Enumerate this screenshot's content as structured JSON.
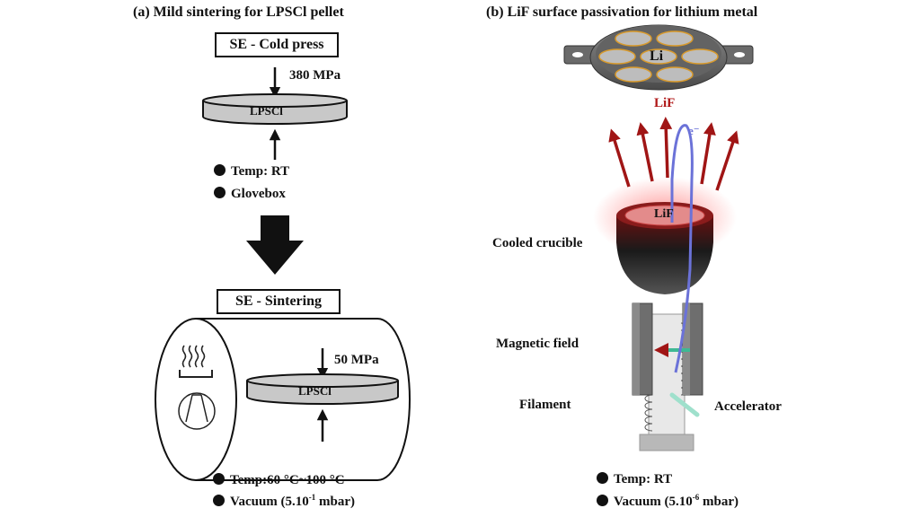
{
  "panel_a": {
    "title": "(a) Mild sintering for LPSCl pellet",
    "step1": {
      "label": "SE - Cold press",
      "pressure": "380 MPa",
      "pellet": "LPSCl",
      "conditions": [
        "Temp: RT",
        "Glovebox"
      ]
    },
    "step2": {
      "label": "SE - Sintering",
      "pressure": "50 MPa",
      "pellet": "LPSCl",
      "conditions": [
        "Temp:60 °C~100 °C"
      ],
      "vacuum_prefix": "Vacuum (5.10",
      "vacuum_exp": "-1",
      "vacuum_suffix": " mbar)"
    }
  },
  "panel_b": {
    "title": "(b) LiF surface passivation for lithium metal",
    "substrate_label": "Li",
    "vapor_label": "LiF",
    "electron_label": "e⁻",
    "crucible_content": "LiF",
    "labels": {
      "crucible": "Cooled crucible",
      "magnetic": "Magnetic field",
      "filament": "Filament",
      "accelerator": "Accelerator"
    },
    "conditions": [
      "Temp: RT"
    ],
    "vacuum_prefix": "Vacuum (5.10",
    "vacuum_exp": "-6",
    "vacuum_suffix": " mbar)",
    "colors": {
      "lif": "#b01818",
      "electron": "#6b72d8",
      "field": "#3fb894",
      "holder": "#5a5a5a",
      "li_border": "#d99a2b"
    }
  }
}
